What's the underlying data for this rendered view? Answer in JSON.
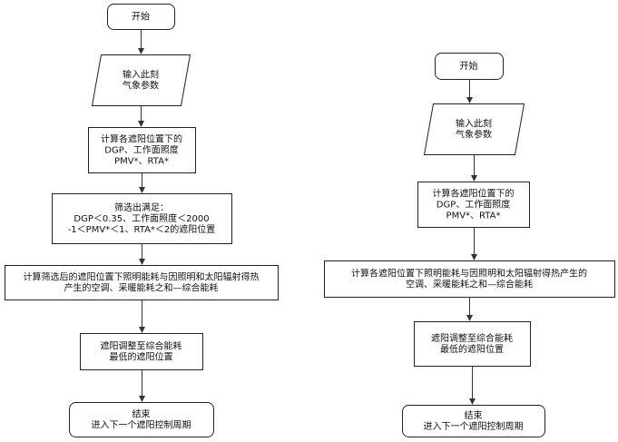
{
  "flowcharts": [
    {
      "id": "left",
      "nodes": [
        {
          "id": "start",
          "shape": "rounded",
          "lines": [
            "开始"
          ]
        },
        {
          "id": "input",
          "shape": "parallelogram",
          "lines": [
            "输入此刻",
            "气象参数"
          ]
        },
        {
          "id": "compute",
          "shape": "rect",
          "lines": [
            "计算各遮阳位置下的",
            "DGP、工作面照度",
            "PMV*、RTA*"
          ]
        },
        {
          "id": "filter",
          "shape": "rect",
          "lines": [
            "筛选出满足：",
            "DGP＜0.35、工作面照度＜2000",
            "-1＜PMV*＜1、RTA*＜2的遮阳位置"
          ]
        },
        {
          "id": "energy",
          "shape": "rect",
          "lines": [
            "计算筛选后的遮阳位置下照明能耗与因照明和太阳辐射得热",
            "产生的空调、采暖能耗之和—综合能耗"
          ]
        },
        {
          "id": "adjust",
          "shape": "rect",
          "lines": [
            "遮阳调整至综合能耗",
            "最低的遮阳位置"
          ]
        },
        {
          "id": "end",
          "shape": "rounded",
          "lines": [
            "结束",
            "进入下一个遮阳控制周期"
          ]
        }
      ]
    },
    {
      "id": "right",
      "nodes": [
        {
          "id": "start",
          "shape": "rounded",
          "lines": [
            "开始"
          ]
        },
        {
          "id": "input",
          "shape": "parallelogram",
          "lines": [
            "输入此刻",
            "气象参数"
          ]
        },
        {
          "id": "compute",
          "shape": "rect",
          "lines": [
            "计算各遮阳位置下的",
            "DGP、工作面照度",
            "PMV*、RTA*"
          ]
        },
        {
          "id": "energy",
          "shape": "rect",
          "lines": [
            "计算各遮阳位置下照明能耗与因照明和太阳辐射得热产生的",
            "空调、采暖能耗之和—综合能耗"
          ]
        },
        {
          "id": "adjust",
          "shape": "rect",
          "lines": [
            "遮阳调整至综合能耗",
            "最低的遮阳位置"
          ]
        },
        {
          "id": "end",
          "shape": "rounded",
          "lines": [
            "结束",
            "进入下一个遮阳控制周期"
          ]
        }
      ]
    }
  ]
}
